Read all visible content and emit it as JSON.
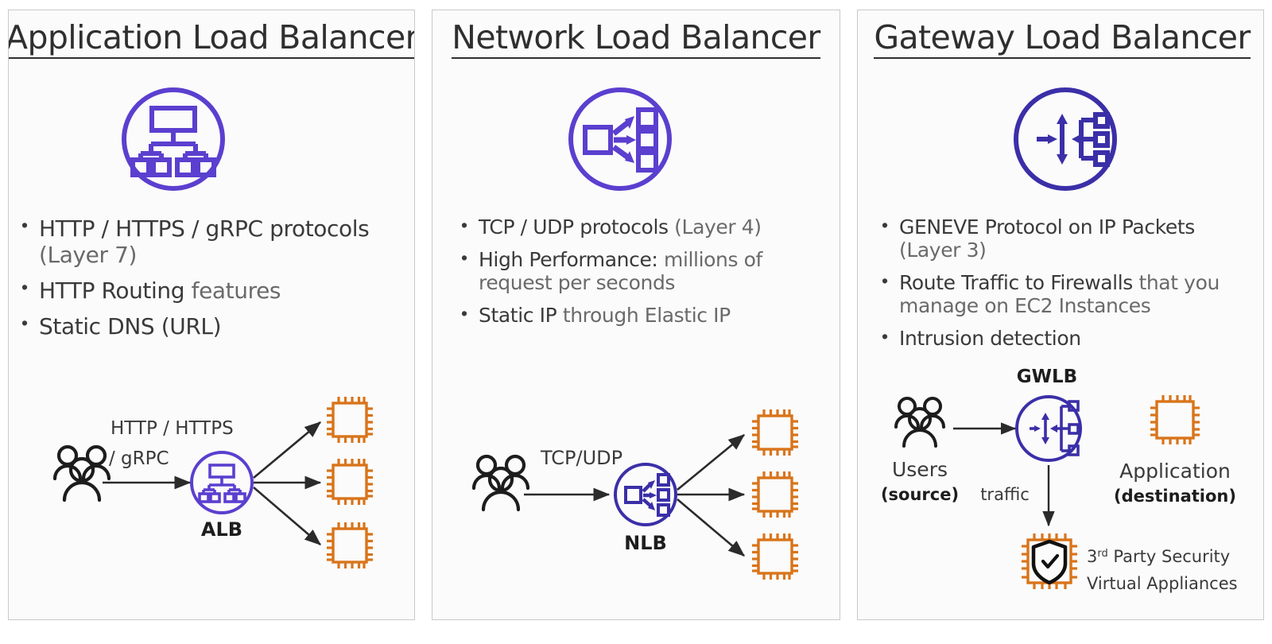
{
  "colors": {
    "slide_bg": "#ffffff",
    "panel_bg": "#fbfbfb",
    "panel_border": "#c9c9c9",
    "title_text": "#2f2f2f",
    "body_text_light": "#6a6a6a",
    "body_text_dark": "#3a3a3a",
    "purple": "#5b3fcf",
    "indigo": "#3b2fa8",
    "orange": "#d9741a",
    "arrow": "#2b2b2b"
  },
  "panels": [
    {
      "id": "application-load-balancer",
      "title": "Application Load Balancer",
      "hero_icon": "alb-tree-icon",
      "bullets": [
        {
          "strong": "HTTP / HTTPS / gRPC protocols",
          "rest": " (Layer 7)"
        },
        {
          "strong": "HTTP Routing",
          "rest": " features"
        },
        {
          "strong": "Static DNS (URL)",
          "rest": ""
        }
      ],
      "diagram": {
        "users_icon": "users-icon",
        "edge_label_line1": "HTTP / HTTPS",
        "edge_label_line2": "/ gRPC",
        "lb_icon": "alb-tree-icon",
        "lb_label": "ALB",
        "targets": [
          "ec2-chip-icon",
          "ec2-chip-icon",
          "ec2-chip-icon"
        ]
      }
    },
    {
      "id": "network-load-balancer",
      "title": "Network Load Balancer",
      "hero_icon": "nlb-fanout-icon",
      "bullets": [
        {
          "strong": "TCP / UDP protocols",
          "rest": " (Layer 4)"
        },
        {
          "strong": "High Performance:",
          "rest": " millions of request per seconds"
        },
        {
          "strong": "Static IP",
          "rest": " through Elastic IP"
        }
      ],
      "diagram": {
        "users_icon": "users-icon",
        "edge_label_line1": "TCP/UDP",
        "edge_label_line2": "",
        "lb_icon": "nlb-fanout-icon",
        "lb_label": "NLB",
        "targets": [
          "ec2-chip-icon",
          "ec2-chip-icon",
          "ec2-chip-icon"
        ]
      }
    },
    {
      "id": "gateway-load-balancer",
      "title": "Gateway Load Balancer",
      "hero_icon": "gwlb-route-icon",
      "bullets": [
        {
          "strong": "GENEVE Protocol on IP Packets",
          "rest": " (Layer 3)"
        },
        {
          "strong": "Route Traffic to Firewalls",
          "rest": " that you manage on EC2 Instances"
        },
        {
          "strong": "Intrusion detection",
          "rest": ""
        }
      ],
      "diagram": {
        "gwlb_label": "GWLB",
        "users_icon": "users-icon",
        "users_label": "Users",
        "users_sublabel": "(source)",
        "lb_icon": "gwlb-route-icon",
        "traffic_label": "traffic",
        "app_icon": "ec2-chip-icon",
        "app_label": "Application",
        "app_sublabel": "(destination)",
        "appliance_icon": "security-chip-icon",
        "appliance_label_line1_pre": "3",
        "appliance_label_line1_sup": "rd",
        "appliance_label_line1_post": " Party Security",
        "appliance_label_line2": "Virtual Appliances"
      }
    }
  ]
}
